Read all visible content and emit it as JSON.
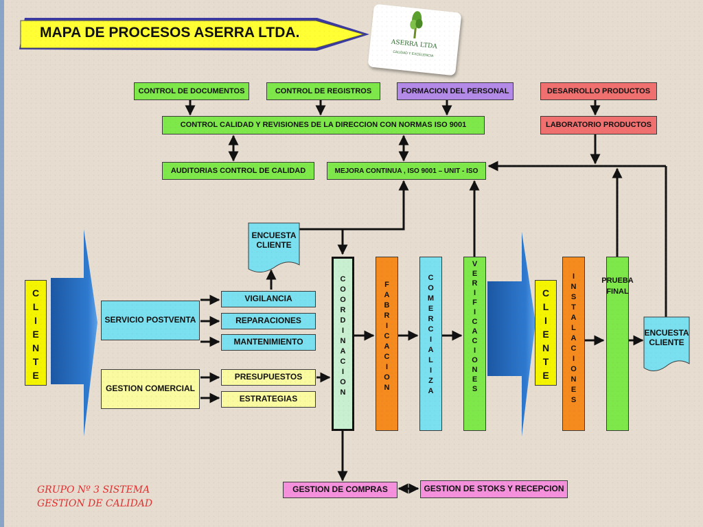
{
  "title": "MAPA DE PROCESOS ASERRA LTDA.",
  "logo": {
    "name": "ASERRA LTDA",
    "slogan": "CALIDAD Y EXCELENCIA",
    "icon": "tree-icon"
  },
  "top_boxes": {
    "control_documentos": "CONTROL DE DOCUMENTOS",
    "control_registros": "CONTROL DE REGISTROS",
    "formacion_personal": "FORMACION DEL PERSONAL",
    "desarrollo_productos": "DESARROLLO PRODUCTOS",
    "control_calidad": "CONTROL CALIDAD Y REVISIONES DE LA DIRECCION CON NORMAS ISO 9001",
    "laboratorio": "LABORATORIO PRODUCTOS",
    "auditorias": "AUDITORIAS  CONTROL DE CALIDAD",
    "mejora_continua": "MEJORA CONTINUA , ISO 9001 – UNIT - ISO"
  },
  "encuesta_cliente_1": "ENCUESTA\nCLIENTE",
  "encuesta_cliente_2": "ENCUESTA\nCLIENTE",
  "cliente_left": "CLIENTE",
  "cliente_right": "CLIENTE",
  "postventa": {
    "label": "SERVICIO POSTVENTA",
    "items": [
      "VIGILANCIA",
      "REPARACIONES",
      "MANTENIMIENTO"
    ]
  },
  "comercial": {
    "label": "GESTION COMERCIAL",
    "items": [
      "PRESUPUESTOS",
      "ESTRATEGIAS"
    ]
  },
  "vertical_processes": {
    "coordinacion": "COORDINACION",
    "fabricacion": "FABRICACION",
    "comercializa": "COMERCIALIZA",
    "verificaciones": "VERIFICACIONES",
    "instalaciones": "INSTALACIONES",
    "prueba_final": "PRUEBA\nFINAL"
  },
  "bottom": {
    "gestion_compras": "GESTION DE COMPRAS",
    "gestion_stoks": "GESTION DE STOKS Y RECEPCION"
  },
  "signature": {
    "line1": "GRUPO Nº 3 SISTEMA",
    "line2": "GESTION DE CALIDAD"
  },
  "colors": {
    "background": "#e6ddd0",
    "title_banner": "#ffff33",
    "green": "#7ee84a",
    "purple": "#b48ae8",
    "red": "#f07070",
    "cyan": "#7ae0f0",
    "yellow": "#fafaa0",
    "pink": "#f590dc",
    "orange": "#f58a1e",
    "blue_arrow": "#1e64b4",
    "signature": "#e03030"
  }
}
